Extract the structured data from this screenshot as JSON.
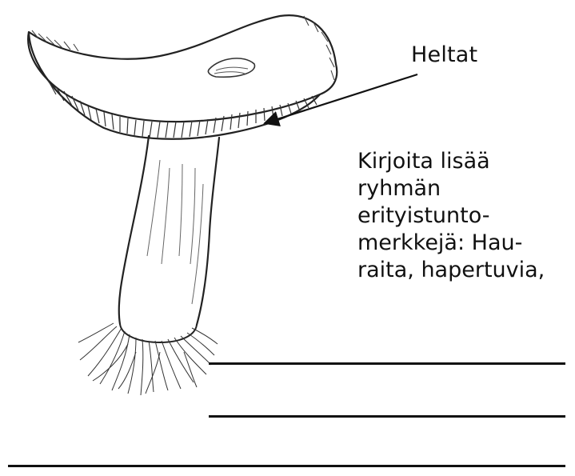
{
  "labels": {
    "gills": "Heltat"
  },
  "instruction": {
    "lines": [
      "Kirjoita lisää",
      "ryhmän",
      "erityistunto-",
      "merkkejä: Hau-",
      "raita, hapertuvia,"
    ]
  },
  "colors": {
    "ink": "#111111",
    "paper": "#ffffff"
  }
}
